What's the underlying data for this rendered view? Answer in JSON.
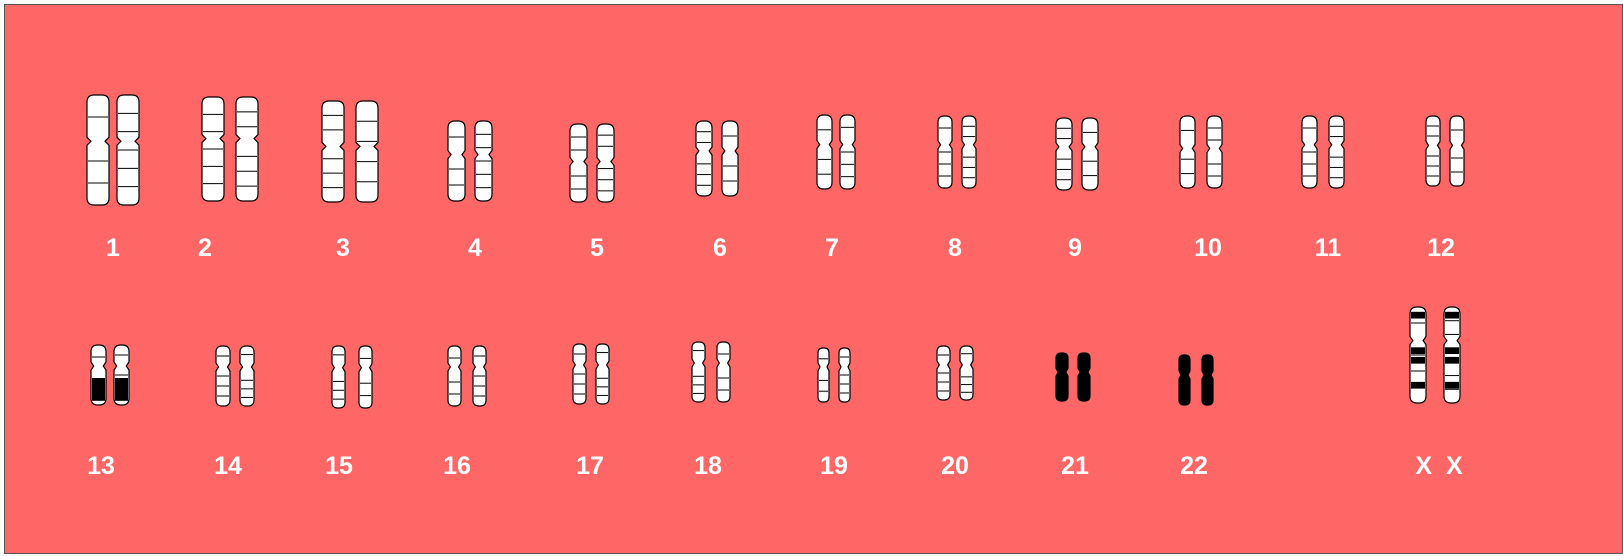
{
  "colors": {
    "background": "#ff6666",
    "label": "#ffffff",
    "chromosome_fill": "#ffffff",
    "band": "#000000"
  },
  "chromosomes": [
    {
      "id": "1",
      "label": "1",
      "style": "normal"
    },
    {
      "id": "2",
      "label": "2",
      "style": "normal"
    },
    {
      "id": "3",
      "label": "3",
      "style": "normal"
    },
    {
      "id": "4",
      "label": "4",
      "style": "normal"
    },
    {
      "id": "5",
      "label": "5",
      "style": "normal"
    },
    {
      "id": "6",
      "label": "6",
      "style": "normal"
    },
    {
      "id": "7",
      "label": "7",
      "style": "normal"
    },
    {
      "id": "8",
      "label": "8",
      "style": "normal"
    },
    {
      "id": "9",
      "label": "9",
      "style": "normal"
    },
    {
      "id": "10",
      "label": "10",
      "style": "normal"
    },
    {
      "id": "11",
      "label": "11",
      "style": "normal"
    },
    {
      "id": "12",
      "label": "12",
      "style": "normal"
    },
    {
      "id": "13",
      "label": "13",
      "style": "partial-dark"
    },
    {
      "id": "14",
      "label": "14",
      "style": "normal"
    },
    {
      "id": "15",
      "label": "15",
      "style": "normal"
    },
    {
      "id": "16",
      "label": "16",
      "style": "normal"
    },
    {
      "id": "17",
      "label": "17",
      "style": "normal"
    },
    {
      "id": "18",
      "label": "18",
      "style": "normal"
    },
    {
      "id": "19",
      "label": "19",
      "style": "normal"
    },
    {
      "id": "20",
      "label": "20",
      "style": "normal"
    },
    {
      "id": "21",
      "label": "21",
      "style": "dark"
    },
    {
      "id": "22",
      "label": "22",
      "style": "dark"
    },
    {
      "id": "X",
      "label": "X  X",
      "style": "sex"
    }
  ]
}
